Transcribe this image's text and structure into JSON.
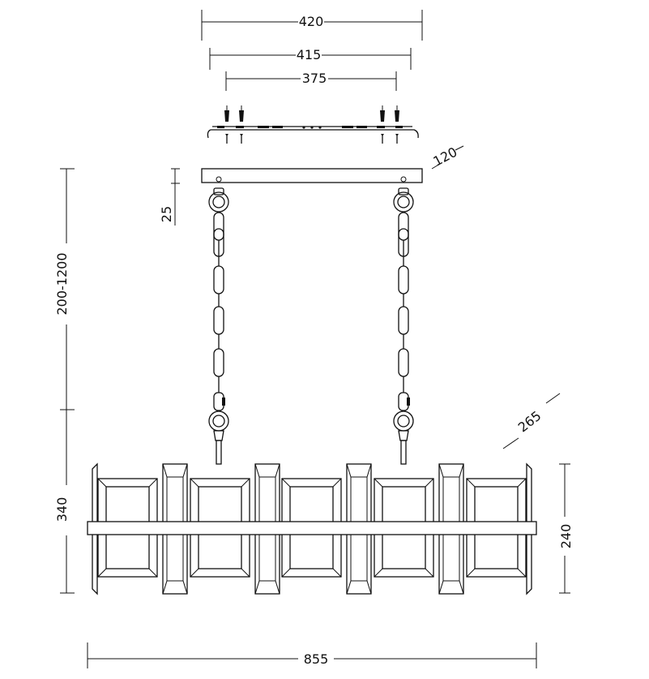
{
  "dimensions": {
    "plate_outer_width": "420",
    "plate_mid_width": "415",
    "plate_hole_spacing": "375",
    "canopy_depth": "120",
    "canopy_height": "25",
    "chain_length": "200-1200",
    "body_height": "340",
    "shade_depth": "265",
    "panel_height": "240",
    "total_length": "855"
  },
  "icons": {
    "screw": "screw-icon",
    "anchor": "wall-anchor-icon"
  }
}
